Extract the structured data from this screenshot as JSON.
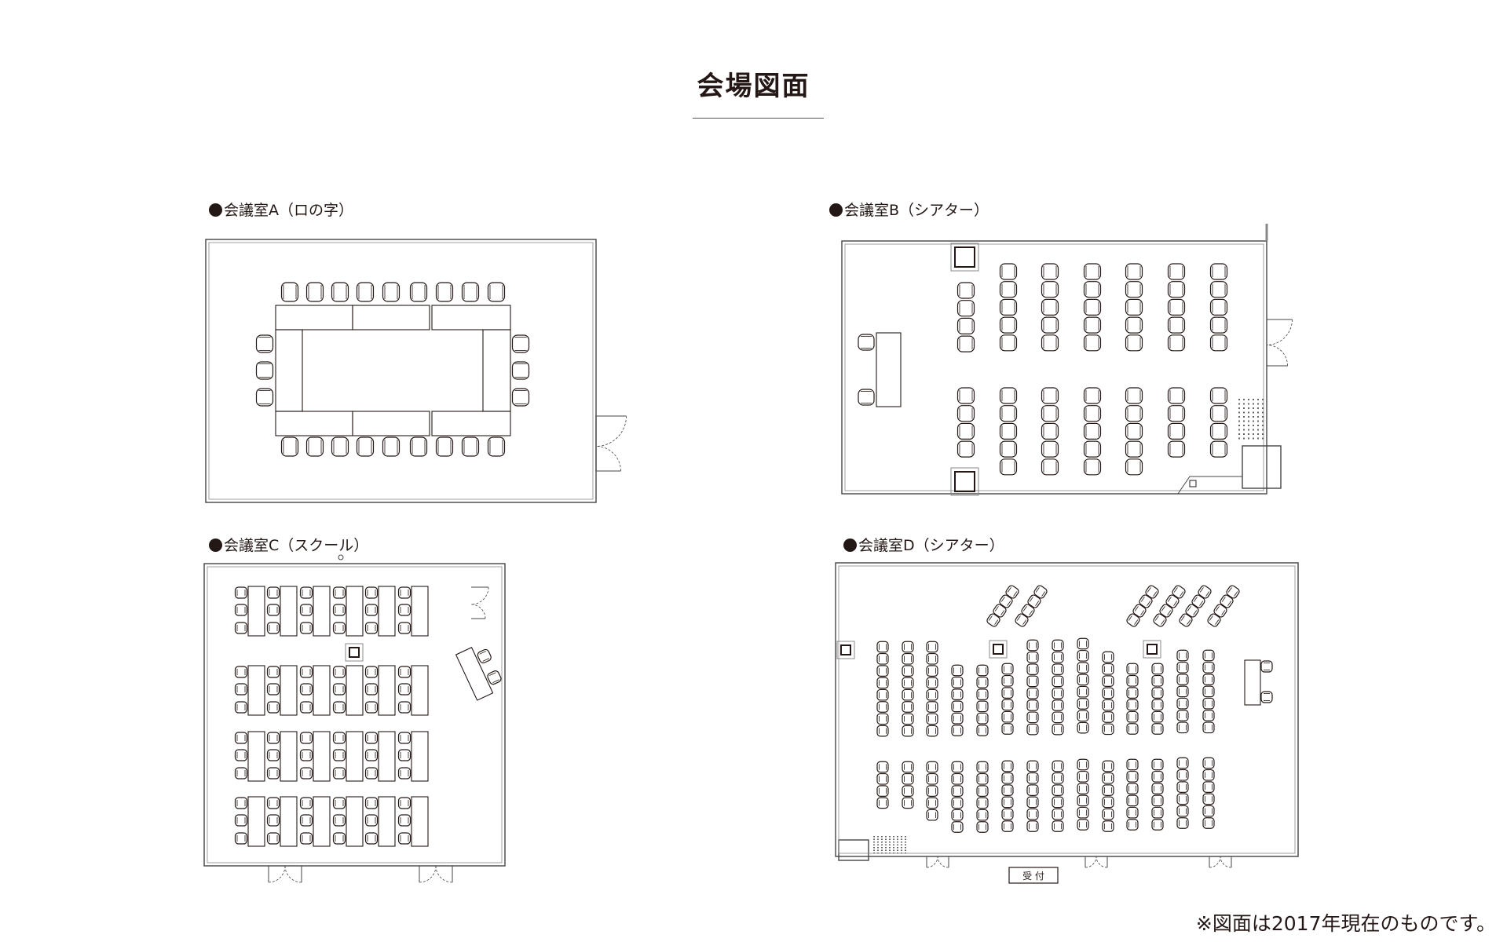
{
  "header": {
    "title": "会場図面"
  },
  "rooms": [
    {
      "id": "A",
      "label": "会議室A（ロの字）"
    },
    {
      "id": "B",
      "label": "会議室B（シアター）"
    },
    {
      "id": "C",
      "label": "会議室C（スクール）"
    },
    {
      "id": "D",
      "label": "会議室D（シアター）"
    }
  ],
  "reception_label": "受 付",
  "footnote": "※図面は2017年現在のものです。",
  "colors": {
    "ink": "#231815",
    "line": "#444444",
    "wall": "#888888"
  }
}
